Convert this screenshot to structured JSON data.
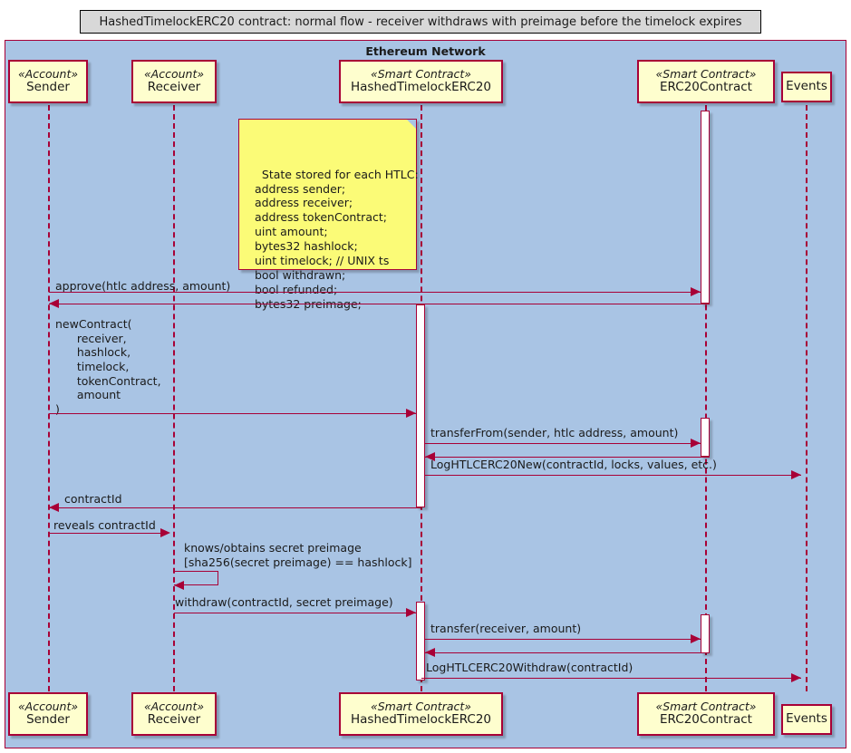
{
  "title": "HashedTimelockERC20 contract: normal flow - receiver withdraws with preimage before the timelock expires",
  "frame": {
    "label": "Ethereum Network",
    "background_color": "#A9C4E4",
    "border_color": "#A80036"
  },
  "colors": {
    "participant_fill": "#FEFECE",
    "participant_border": "#A80036",
    "note_fill": "#FBFB77",
    "line": "#A80036",
    "title_fill": "#D8D8D8"
  },
  "participants": [
    {
      "id": "sender",
      "stereotype": "«Account»",
      "name": "Sender"
    },
    {
      "id": "receiver",
      "stereotype": "«Account»",
      "name": "Receiver"
    },
    {
      "id": "htlc",
      "stereotype": "«Smart Contract»",
      "name": "HashedTimelockERC20"
    },
    {
      "id": "erc20",
      "stereotype": "«Smart Contract»",
      "name": "ERC20Contract"
    },
    {
      "id": "events",
      "stereotype": "",
      "name": "Events"
    }
  ],
  "note": {
    "title": "State stored for each HTLC:",
    "lines": [
      "  address sender;",
      "  address receiver;",
      "  address tokenContract;",
      "  uint amount;",
      "  bytes32 hashlock;",
      "  uint timelock; // UNIX ts",
      "  bool withdrawn;",
      "  bool refunded;",
      "  bytes32 preimage;"
    ],
    "text": "State stored for each HTLC:\n  address sender;\n  address receiver;\n  address tokenContract;\n  uint amount;\n  bytes32 hashlock;\n  uint timelock; // UNIX ts\n  bool withdrawn;\n  bool refunded;\n  bytes32 preimage;"
  },
  "messages": [
    {
      "id": "m1",
      "from": "sender",
      "to": "erc20",
      "direction": "right",
      "label": "approve(htlc address, amount)"
    },
    {
      "id": "m2",
      "from": "erc20",
      "to": "sender",
      "direction": "left",
      "label": ""
    },
    {
      "id": "m3",
      "from": "sender",
      "to": "htlc",
      "direction": "right",
      "label": "newContract(\n      receiver,\n      hashlock,\n      timelock,\n      tokenContract,\n      amount\n)"
    },
    {
      "id": "m4",
      "from": "htlc",
      "to": "erc20",
      "direction": "right",
      "label": "transferFrom(sender, htlc address, amount)"
    },
    {
      "id": "m5",
      "from": "erc20",
      "to": "htlc",
      "direction": "left",
      "label": ""
    },
    {
      "id": "m6",
      "from": "htlc",
      "to": "events",
      "direction": "right",
      "label": "LogHTLCERC20New(contractId, locks, values, etc.)"
    },
    {
      "id": "m7",
      "from": "htlc",
      "to": "sender",
      "direction": "left",
      "label": "contractId"
    },
    {
      "id": "m8",
      "from": "sender",
      "to": "receiver",
      "direction": "right",
      "label": "reveals contractId"
    },
    {
      "id": "m9",
      "from": "receiver",
      "to": "receiver",
      "direction": "self",
      "label": "knows/obtains secret preimage\n[sha256(secret preimage) == hashlock]"
    },
    {
      "id": "m10",
      "from": "receiver",
      "to": "htlc",
      "direction": "right",
      "label": "withdraw(contractId, secret preimage)"
    },
    {
      "id": "m11",
      "from": "htlc",
      "to": "erc20",
      "direction": "right",
      "label": "transfer(receiver, amount)"
    },
    {
      "id": "m12",
      "from": "erc20",
      "to": "htlc",
      "direction": "left",
      "label": ""
    },
    {
      "id": "m13",
      "from": "htlc",
      "to": "events",
      "direction": "right",
      "label": "LogHTLCERC20Withdraw(contractId)"
    }
  ]
}
